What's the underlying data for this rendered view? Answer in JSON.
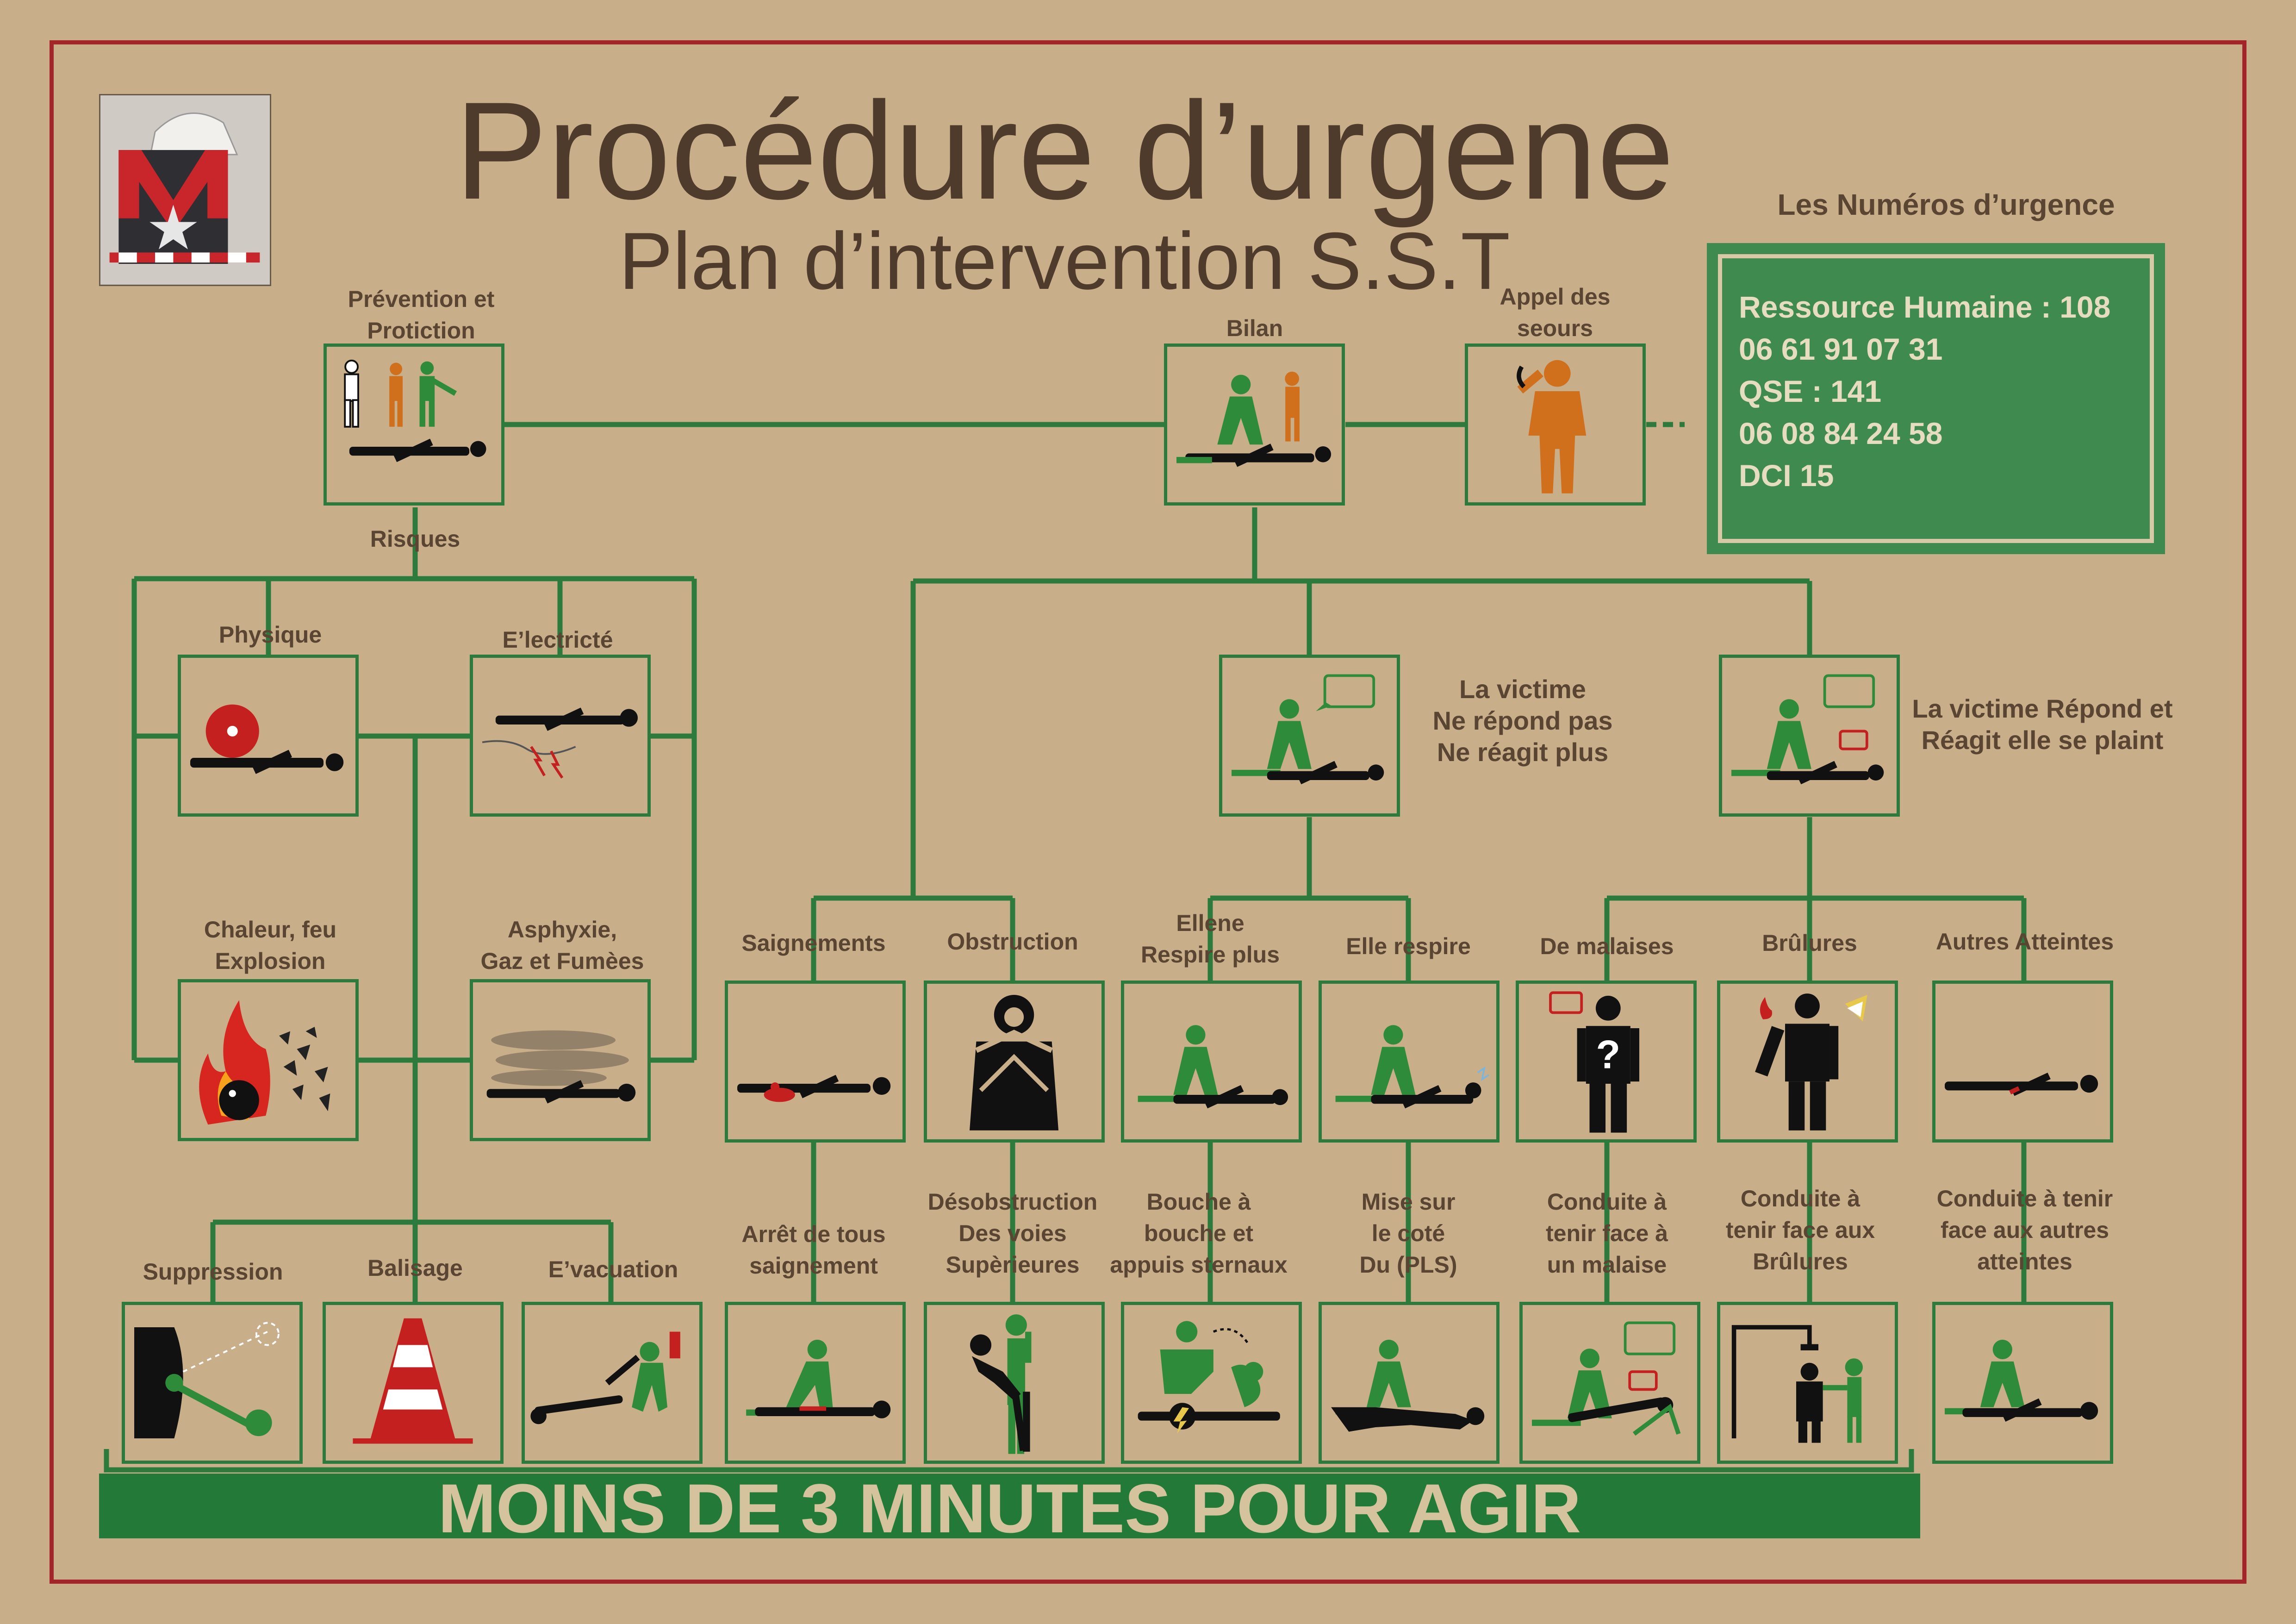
{
  "header": {
    "title": "Procédure d’urgene",
    "subtitle": "Plan d’intervention S.S.T"
  },
  "logo": {
    "icon": "company-logo"
  },
  "top_row": {
    "prevention": "Prévention et\nProtiction",
    "bilan": "Bilan",
    "appel": "Appel des\nseours"
  },
  "emergency": {
    "title": "Les Numéros d’urgence",
    "lines": [
      "Ressource Humaine : 108",
      "06 61 91 07 31",
      "QSE : 141",
      "06 08 84 24 58",
      "DCI 15"
    ]
  },
  "risques": {
    "label": "Risques",
    "items": [
      "Physique",
      "E’lectricté",
      "Chaleur, feu\nExplosion",
      "Asphyxie,\nGaz et Fumèes"
    ]
  },
  "actions": [
    "Suppression",
    "Balisage",
    "E’vacuation"
  ],
  "victims": {
    "no_response": "La victime\nNe répond pas\nNe réagit plus",
    "response": "La victime Répond et\nRéagit elle se plaint"
  },
  "cases": [
    "Saignements",
    "Obstruction",
    "Ellene\nRespire plus",
    "Elle respire",
    "De malaises",
    "Brûlures",
    "Autres Atteintes"
  ],
  "responses": [
    "Arrêt de tous\nsaignement",
    "Désobstruction\nDes voies\nSupèrieures",
    "Bouche à\nbouche et\nappuis sternaux",
    "Mise sur\nle coté\nDu (PLS)",
    "Conduite à\ntenir face à\nun malaise",
    "Conduite à\ntenir face aux\nBrûlures",
    "Conduite à tenir\nface aux autres\natteintes"
  ],
  "banner": "MOINS DE 3 MINUTES POUR AGIR",
  "colors": {
    "background": "#c9ae8a",
    "frame": "#a3252a",
    "green": "#2d7a3d",
    "text": "#5a4533",
    "orange": "#d0701c",
    "red": "#c52020"
  }
}
